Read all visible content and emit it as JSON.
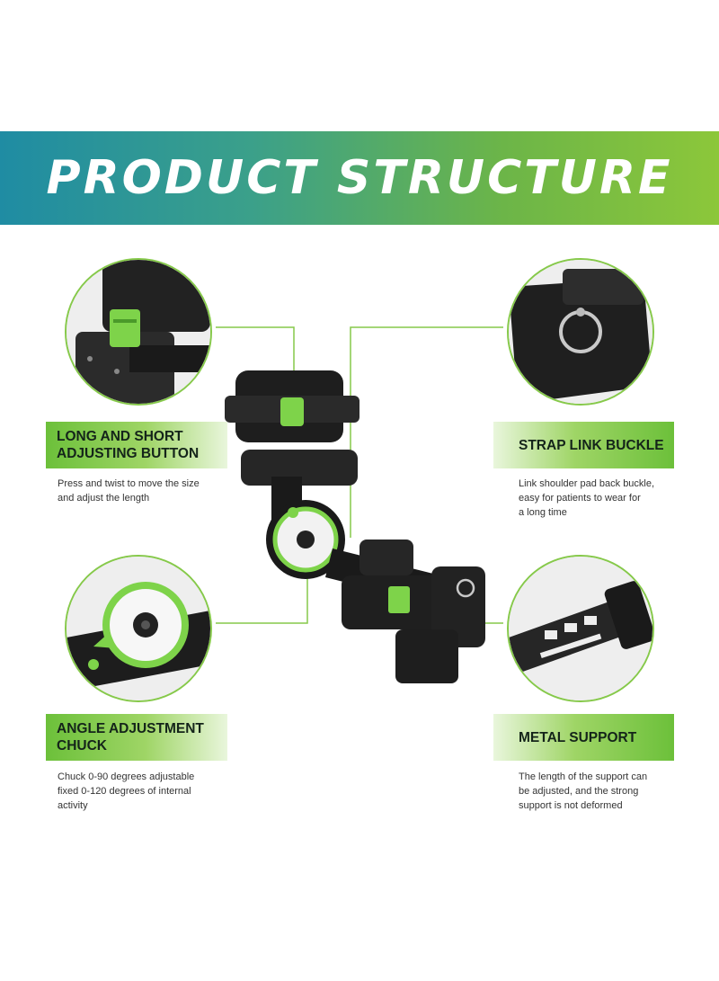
{
  "banner": {
    "title": "PRODUCT STRUCTURE"
  },
  "features": {
    "adjusting_button": {
      "title_line1": "LONG AND SHORT",
      "title_line2": "ADJUSTING BUTTON",
      "desc_line1": "Press and twist to move the size",
      "desc_line2": "and adjust the length"
    },
    "strap_buckle": {
      "title": "STRAP LINK BUCKLE",
      "desc_line1": "Link shoulder pad back buckle,",
      "desc_line2": "easy for patients to wear for",
      "desc_line3": "a long time"
    },
    "angle_chuck": {
      "title_line1": "ANGLE ADJUSTMENT",
      "title_line2": "CHUCK",
      "desc_line1": "Chuck 0-90 degrees adjustable",
      "desc_line2": "fixed 0-120 degrees of internal",
      "desc_line3": "activity"
    },
    "metal_support": {
      "title": "METAL SUPPORT",
      "desc_line1": "The length of the support can",
      "desc_line2": "be adjusted, and the strong",
      "desc_line3": "support is not deformed"
    }
  },
  "colors": {
    "accent": "#7cc242",
    "banner_start": "#1f8ca3",
    "banner_end": "#8cc73a",
    "product": "#1e1e1e"
  }
}
